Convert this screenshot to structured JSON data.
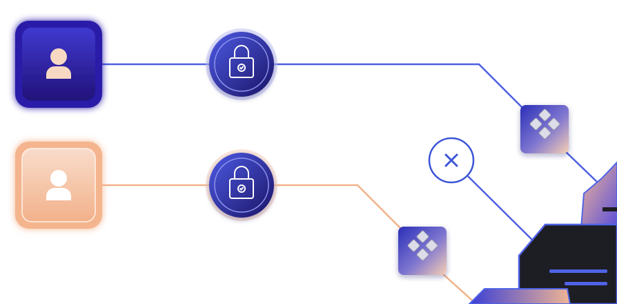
{
  "colors": {
    "background": "#ffffff",
    "blue_line": "#4d5fe0",
    "orange_line": "#f2b18a",
    "user_tile_blue_top": "#3f39cf",
    "user_tile_blue_bottom": "#22127a",
    "user_tile_orange": "#f5b894",
    "lock_circle_top": "#4350db",
    "lock_circle_bottom": "#1c1670",
    "gateway_tile_start": "#2a2fb8",
    "gateway_tile_end": "#f3c4a4",
    "server_dark": "#1d1d24",
    "server_accent": "#4f63e6",
    "deny_marker": "#3b55d6"
  },
  "nodes": [
    {
      "id": "user-active",
      "kind": "user-tile",
      "icon": "user-icon",
      "variant": "blue"
    },
    {
      "id": "user-pending",
      "kind": "user-tile",
      "icon": "user-icon",
      "variant": "orange"
    },
    {
      "id": "lock-1",
      "kind": "lock",
      "icon": "lock-check-icon"
    },
    {
      "id": "lock-2",
      "kind": "lock",
      "icon": "lock-check-icon"
    },
    {
      "id": "gateway-1",
      "kind": "gateway",
      "icon": "diamond-grid-icon"
    },
    {
      "id": "gateway-2",
      "kind": "gateway",
      "icon": "diamond-grid-icon"
    },
    {
      "id": "deny",
      "kind": "deny-marker",
      "icon": "close-icon"
    },
    {
      "id": "server",
      "kind": "server",
      "icon": "server-stack-icon"
    }
  ],
  "edges": [
    {
      "from": "user-active",
      "to": "lock-1",
      "color": "blue"
    },
    {
      "from": "lock-1",
      "to": "gateway-1",
      "color": "blue"
    },
    {
      "from": "gateway-1",
      "to": "server",
      "color": "blue"
    },
    {
      "from": "user-pending",
      "to": "lock-2",
      "color": "orange"
    },
    {
      "from": "lock-2",
      "to": "gateway-2",
      "color": "orange"
    },
    {
      "from": "gateway-2",
      "to": "server",
      "color": "orange"
    },
    {
      "from": "deny",
      "to": "server",
      "color": "blue"
    }
  ]
}
